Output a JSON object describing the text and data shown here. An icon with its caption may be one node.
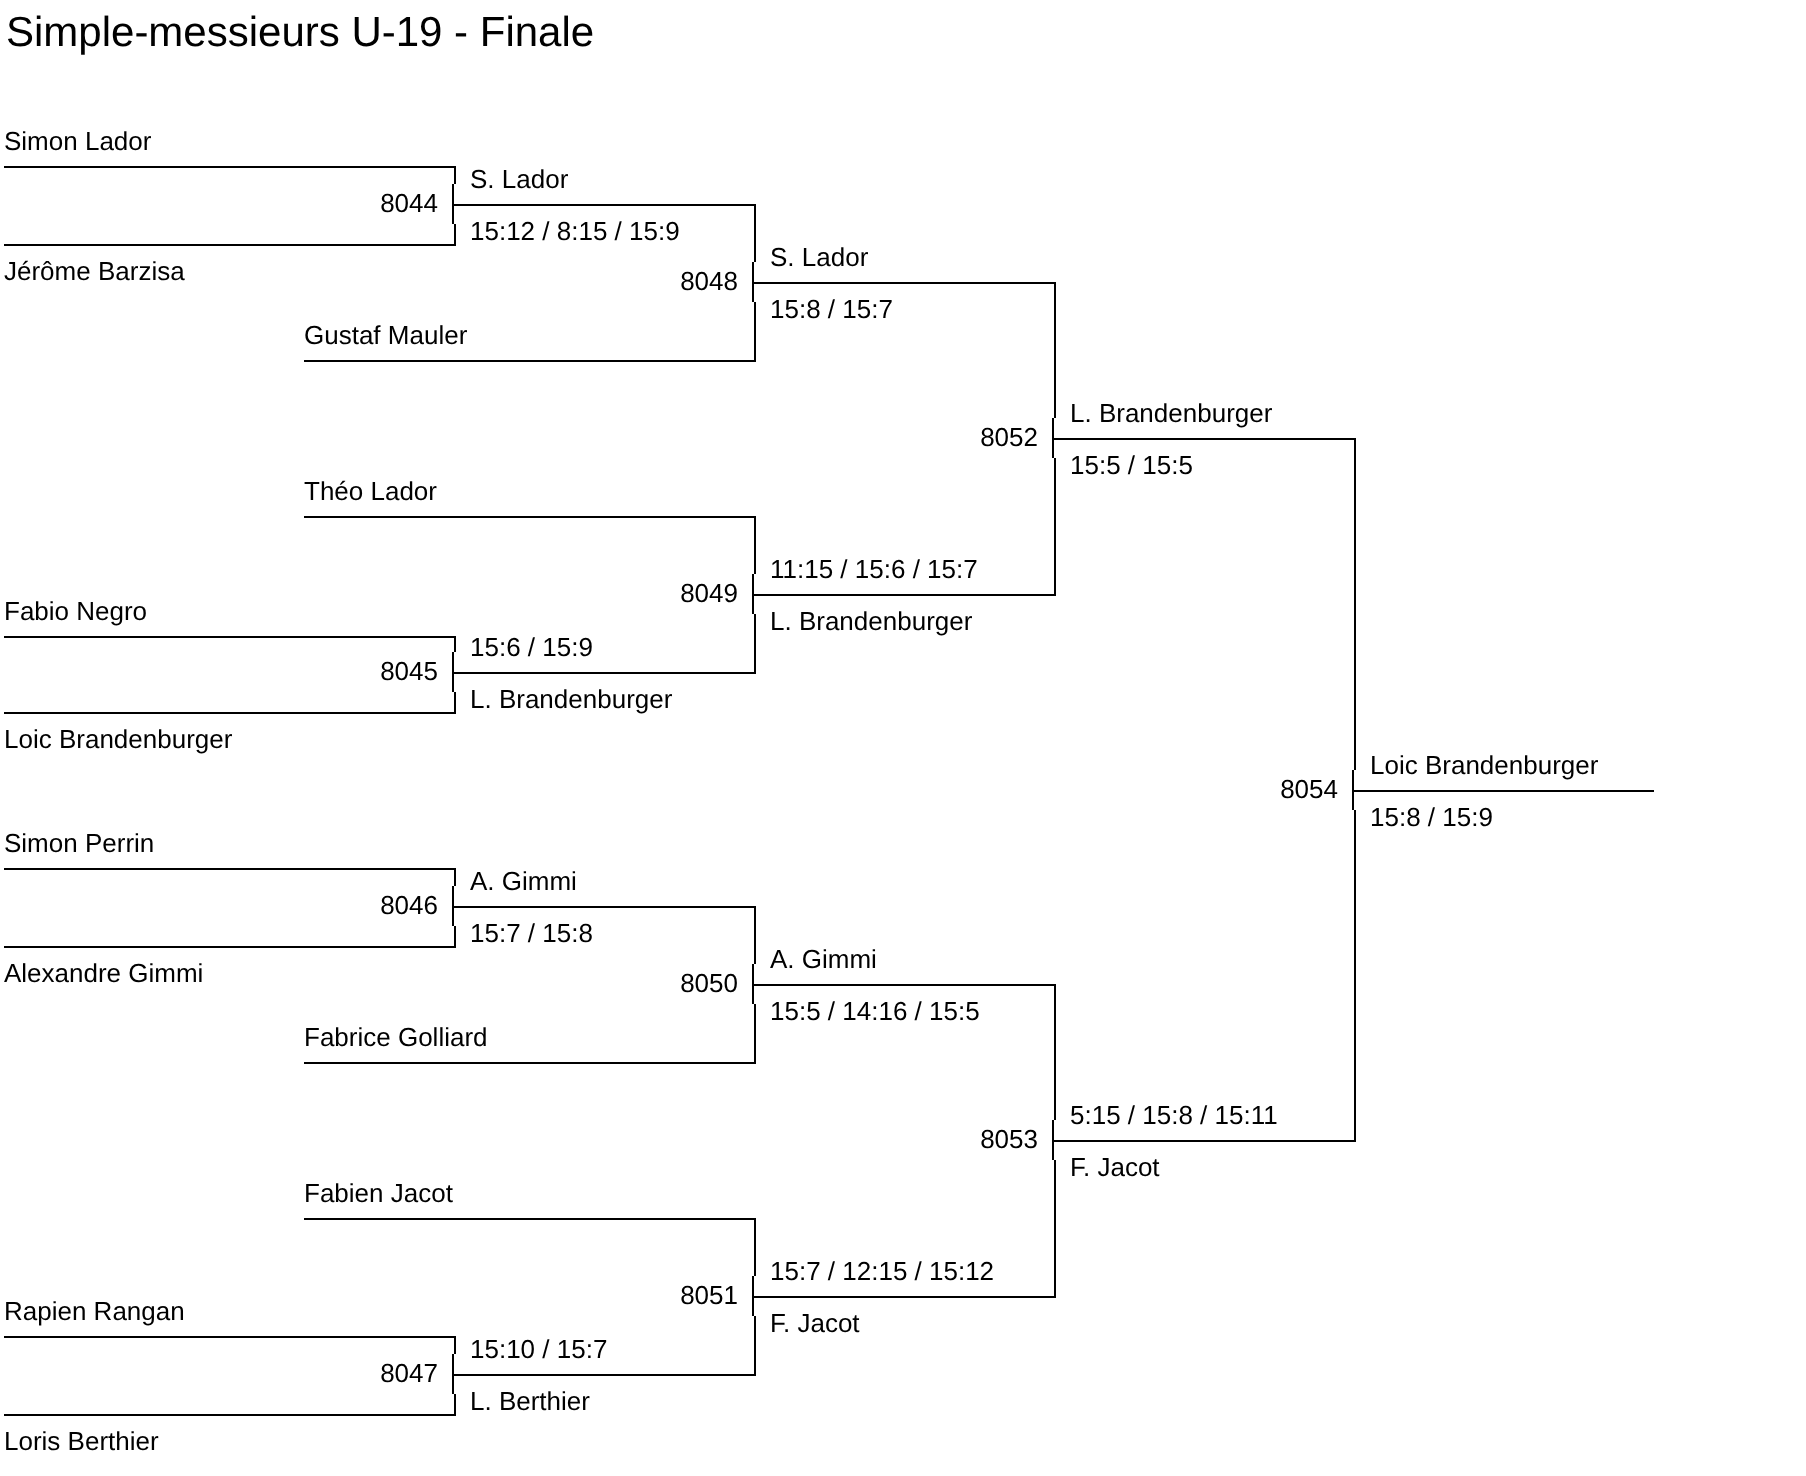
{
  "diagram": {
    "title": "Simple-messieurs U-19 - Finale",
    "nodes": [
      {
        "text": [
          "Simon Lador"
        ]
      },
      {
        "text": [
          "8044"
        ],
        "beside": [
          "S. Lador",
          "15:12 / 8:15 / 15:9"
        ]
      },
      {
        "text": [
          "Jérôme Barzisa"
        ]
      },
      {
        "text": [
          "8048"
        ],
        "beside": [
          "S. Lador",
          "15:8 / 15:7"
        ]
      },
      {
        "text": [
          "Gustaf Mauler"
        ]
      },
      {
        "text": [
          "8052"
        ],
        "beside": [
          "L. Brandenburger",
          "15:5 / 15:5"
        ]
      },
      {
        "text": [
          "Théo Lador"
        ]
      },
      {
        "text": [
          "8049"
        ],
        "beside": [
          "11:15 / 15:6 / 15:7",
          "L. Brandenburger"
        ]
      },
      {
        "text": [
          "Fabio Negro"
        ]
      },
      {
        "text": [
          "8045"
        ],
        "beside": [
          "15:6 / 15:9",
          "L. Brandenburger"
        ]
      },
      {
        "text": [
          "Loic Brandenburger"
        ]
      },
      {
        "text": [
          "8054"
        ],
        "beside": [
          "Loic Brandenburger",
          "15:8 / 15:9"
        ]
      },
      {
        "text": [
          "Simon Perrin"
        ]
      },
      {
        "text": [
          "8046"
        ],
        "beside": [
          "A. Gimmi",
          "15:7 / 15:8"
        ]
      },
      {
        "text": [
          "Alexandre Gimmi"
        ]
      },
      {
        "text": [
          "8050"
        ],
        "beside": [
          "A. Gimmi",
          "15:5 / 14:16 / 15:5"
        ]
      },
      {
        "text": [
          "Fabrice Golliard"
        ]
      },
      {
        "text": [
          "8053"
        ],
        "beside": [
          "5:15 / 15:8 / 15:11",
          "F. Jacot"
        ]
      },
      {
        "text": [
          "Fabien Jacot"
        ]
      },
      {
        "text": [
          "8051"
        ],
        "beside": [
          "15:7 / 12:15 / 15:12",
          "F. Jacot"
        ]
      },
      {
        "text": [
          "Rapien Rangan"
        ]
      },
      {
        "text": [
          "8047"
        ],
        "beside": [
          "15:10 / 15:7",
          "L. Berthier"
        ]
      },
      {
        "text": [
          "Loris Berthier"
        ]
      }
    ],
    "edges": [
      {
        "from": 0,
        "to": 1,
        "arrow": "none"
      },
      {
        "from": 2,
        "to": 1,
        "arrow": "none"
      },
      {
        "from": 1,
        "to": 3,
        "arrow": "none"
      },
      {
        "from": 4,
        "to": 3,
        "arrow": "none"
      },
      {
        "from": 3,
        "to": 5,
        "arrow": "none"
      },
      {
        "from": 6,
        "to": 7,
        "arrow": "none"
      },
      {
        "from": 8,
        "to": 9,
        "arrow": "none"
      },
      {
        "from": 10,
        "to": 9,
        "arrow": "none"
      },
      {
        "from": 9,
        "to": 7,
        "arrow": "none"
      },
      {
        "from": 7,
        "to": 5,
        "arrow": "none"
      },
      {
        "from": 5,
        "to": 11,
        "arrow": "none"
      },
      {
        "from": 17,
        "to": 11,
        "arrow": "none"
      },
      {
        "from": 12,
        "to": 13,
        "arrow": "none"
      },
      {
        "from": 14,
        "to": 13,
        "arrow": "none"
      },
      {
        "from": 13,
        "to": 15,
        "arrow": "none"
      },
      {
        "from": 16,
        "to": 15,
        "arrow": "none"
      },
      {
        "from": 15,
        "to": 17,
        "arrow": "none"
      },
      {
        "from": 18,
        "to": 19,
        "arrow": "none"
      },
      {
        "from": 20,
        "to": 21,
        "arrow": "none"
      },
      {
        "from": 22,
        "to": 21,
        "arrow": "none"
      },
      {
        "from": 21,
        "to": 19,
        "arrow": "none"
      },
      {
        "from": 19,
        "to": 17,
        "arrow": "none"
      },
      {
        "from": 11,
        "to": null,
        "arrow": "none"
      }
    ]
  }
}
